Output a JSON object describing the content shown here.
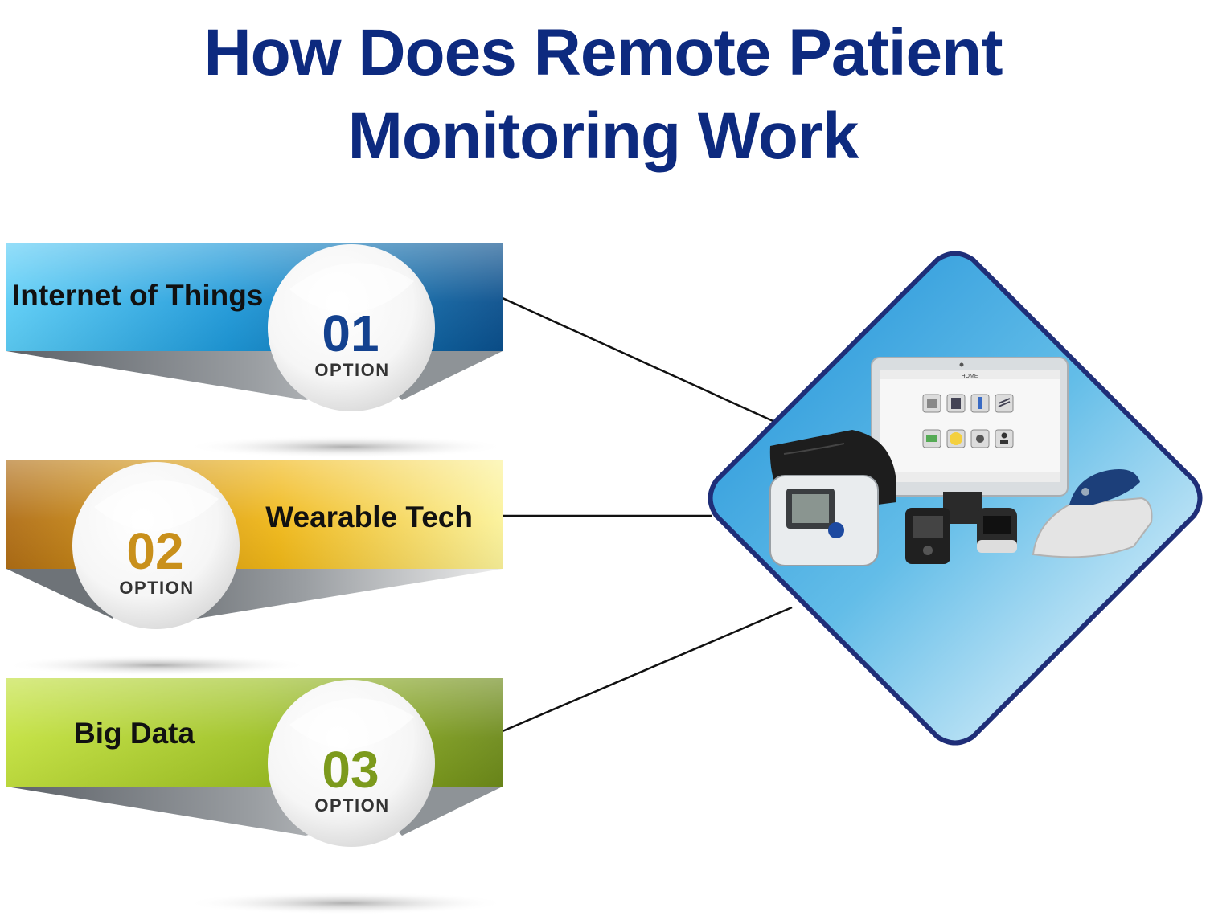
{
  "title": {
    "line1": "How Does Remote Patient",
    "line2": "Monitoring Work"
  },
  "colors": {
    "title": "#0d2a7f",
    "option1_num": "#13418f",
    "option2_num": "#c9901b",
    "option3_num": "#7c9a1c",
    "connector": "#111111",
    "diamond_border": "#1f2e78"
  },
  "options": [
    {
      "label": "Internet of Things",
      "number": "01",
      "caption": "OPTION"
    },
    {
      "label": "Wearable Tech",
      "number": "02",
      "caption": "OPTION"
    },
    {
      "label": "Big Data",
      "number": "03",
      "caption": "OPTION"
    }
  ],
  "device_image": {
    "tablet_header": "HOME",
    "icons": [
      "scale-icon",
      "blood-pressure-icon",
      "thermometer-icon",
      "spo2-icon",
      "glucose-icon",
      "pain-face-icon",
      "camera-icon",
      "virtual-care-icon"
    ],
    "devices": [
      "blood-pressure-monitor",
      "glucose-meter",
      "pulse-oximeter",
      "ear-thermometer",
      "tablet"
    ]
  }
}
